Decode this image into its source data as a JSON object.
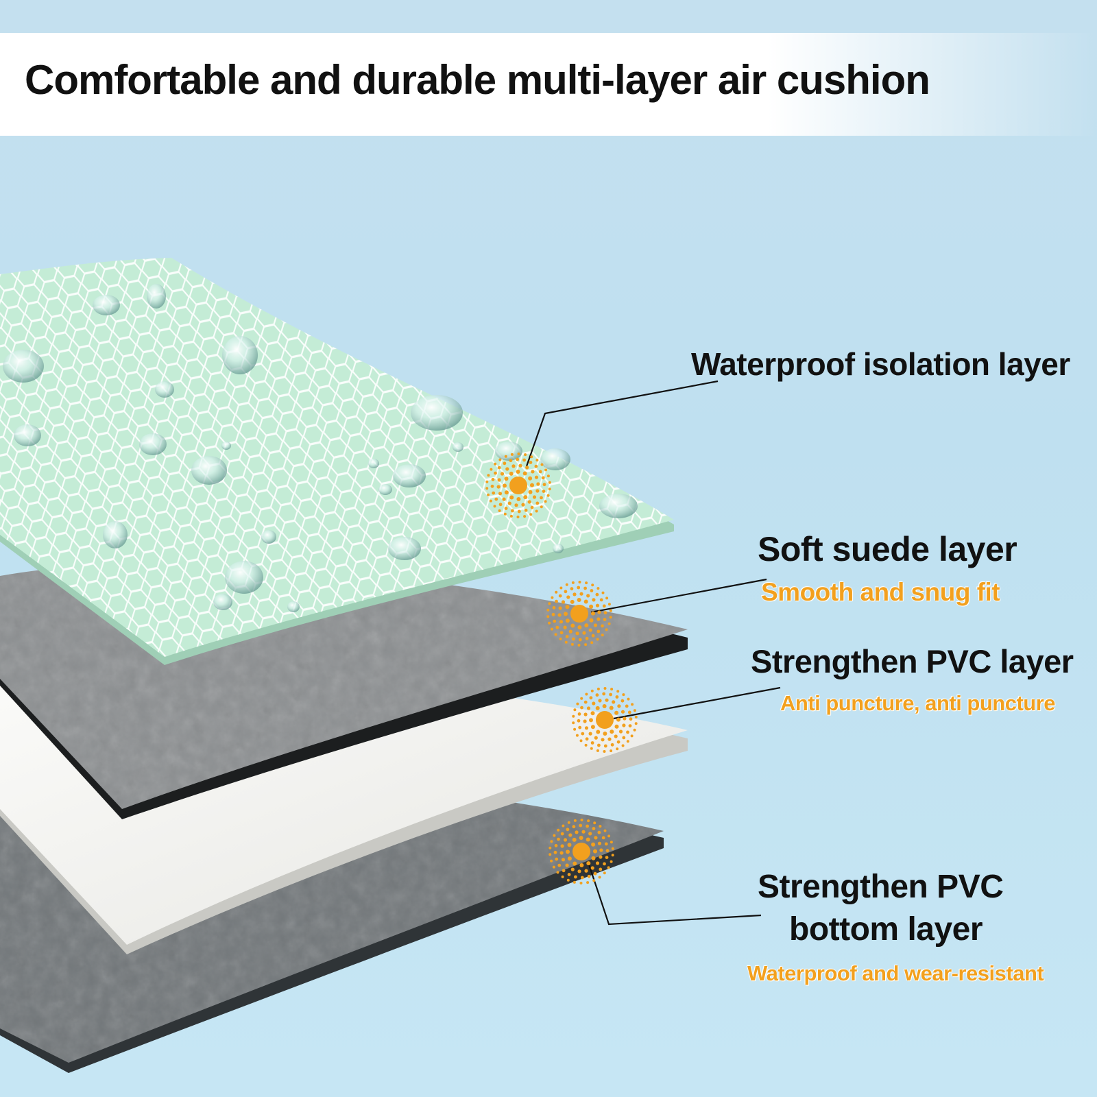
{
  "header": {
    "title": "Comfortable and durable multi-layer air cushion"
  },
  "layers": [
    {
      "id": "waterproof",
      "title": "Waterproof isolation layer",
      "subtitle": ""
    },
    {
      "id": "suede",
      "title": "Soft suede layer",
      "subtitle": "Smooth and snug fit"
    },
    {
      "id": "pvc",
      "title": "Strengthen PVC layer",
      "subtitle": "Anti puncture, anti puncture"
    },
    {
      "id": "bottom",
      "title_line1": "Strengthen PVC",
      "title_line2": "bottom layer",
      "subtitle": "Waterproof and wear-resistant"
    }
  ],
  "colors": {
    "accent": "#f2a01e",
    "text": "#111111",
    "mint_layer": "#c2ecd5",
    "suede_layer": "#8a8d8f",
    "white_layer": "#f4f4f1",
    "bottom_layer": "#6f7477",
    "background": "#c2e2f1"
  },
  "icons": [
    "water-droplet-icon",
    "radial-dot-marker-icon"
  ]
}
